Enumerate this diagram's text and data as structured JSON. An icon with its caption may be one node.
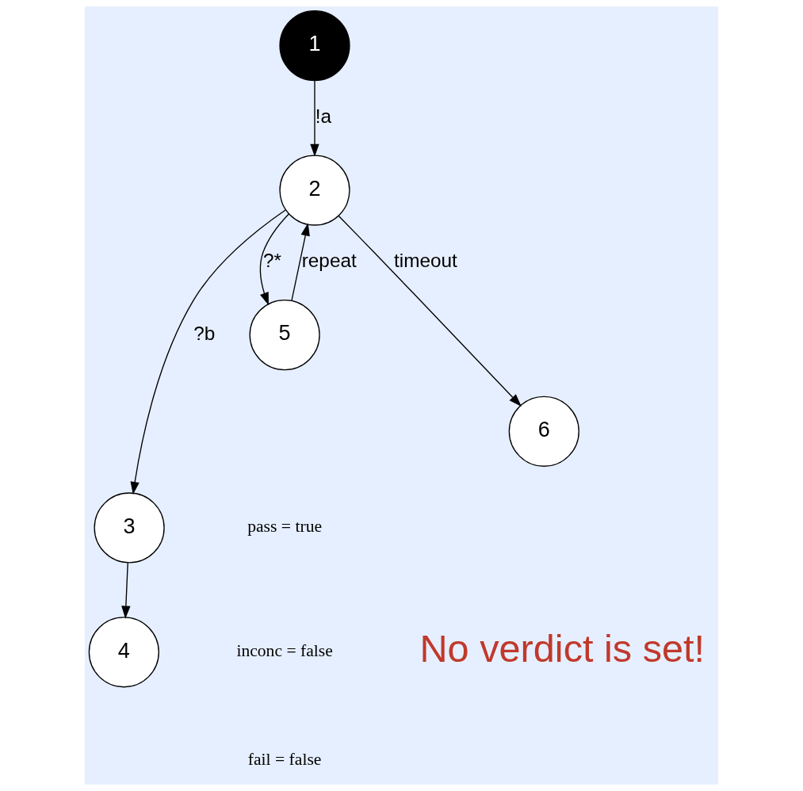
{
  "diagram": {
    "nodes": [
      {
        "text": [
          "1"
        ]
      },
      {
        "text": [
          "2"
        ]
      },
      {
        "text": [
          "3"
        ]
      },
      {
        "text": [
          "4"
        ]
      },
      {
        "text": [
          "5"
        ]
      },
      {
        "text": [
          "6"
        ]
      }
    ],
    "edges": [
      {
        "from": 0,
        "to": 1,
        "arrow": "to",
        "label": "!a"
      },
      {
        "from": 1,
        "to": 2,
        "arrow": "to",
        "label": "?b"
      },
      {
        "from": 4,
        "to": 1,
        "arrow": "to",
        "label": "repeat"
      },
      {
        "from": 1,
        "to": 4,
        "arrow": "to",
        "label": "?*"
      },
      {
        "from": 1,
        "to": 5,
        "arrow": "to",
        "label": "timeout"
      },
      {
        "from": 2,
        "to": 3,
        "arrow": "to"
      }
    ],
    "labels": [
      "pass = true",
      "inconc = false",
      "fail = false",
      "No verdict is set!"
    ]
  }
}
